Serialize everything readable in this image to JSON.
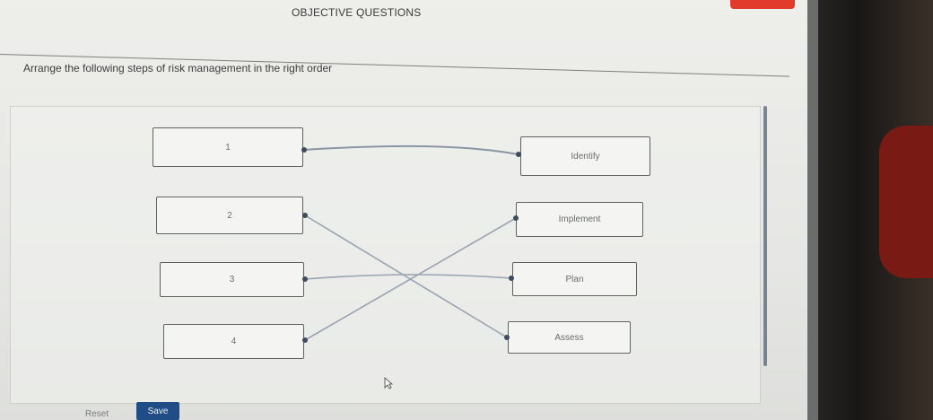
{
  "header": {
    "title": "OBJECTIVE QUESTIONS"
  },
  "question": {
    "text": "Arrange the following steps of risk management in the right order"
  },
  "left_slots": [
    {
      "label": "1"
    },
    {
      "label": "2"
    },
    {
      "label": "3"
    },
    {
      "label": "4"
    }
  ],
  "right_items": [
    {
      "label": "Identify"
    },
    {
      "label": "Implement"
    },
    {
      "label": "Plan"
    },
    {
      "label": "Assess"
    }
  ],
  "connections": [
    {
      "from": "1",
      "to": "Identify"
    },
    {
      "from": "2",
      "to": "Assess"
    },
    {
      "from": "3",
      "to": "Plan"
    },
    {
      "from": "4",
      "to": "Implement"
    }
  ],
  "actions": {
    "reset_label": "Reset",
    "save_label": "Save"
  },
  "colors": {
    "save_button": "#214d86",
    "connector": "#8a95a3",
    "alert_tab": "#e23b2c"
  }
}
